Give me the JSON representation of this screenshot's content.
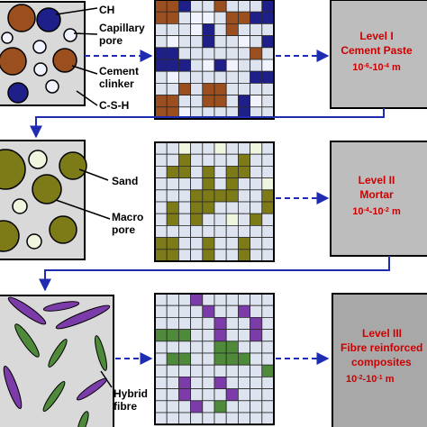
{
  "levels": [
    {
      "title": "Level I",
      "lines": [
        "Cement Paste"
      ],
      "range": {
        "base1": "10",
        "exp1": "-6",
        "sep": "-",
        "base2": "10",
        "exp2": "-4",
        "unit": "m"
      },
      "labels": [
        "CH",
        "Capillary",
        "pore",
        "Cement",
        "clinker",
        "C-S-H"
      ]
    },
    {
      "title": "Level II",
      "lines": [
        "Mortar"
      ],
      "range": {
        "base1": "10",
        "exp1": "-4",
        "sep": "-",
        "base2": "10",
        "exp2": "-2",
        "unit": "m"
      },
      "labels": [
        "Sand",
        "Macro",
        "pore"
      ]
    },
    {
      "title": "Level III",
      "lines": [
        "Fibre reinforced",
        "composites"
      ],
      "range": {
        "base1": "10",
        "exp1": "-2",
        "sep": "-",
        "base2": "10",
        "exp2": "-1",
        "unit": "m"
      },
      "labels": [
        "Hybrid",
        "fibre"
      ]
    }
  ],
  "colors": {
    "ch": "#1f1f8a",
    "clinker": "#9c4f1e",
    "csh": "#e6e6e6",
    "pore": "#f1f4ff",
    "sand": "#7d7b17",
    "macro_pore": "#eef6e0",
    "fibre_purple": "#7b3ba8",
    "fibre_green": "#4f8a3a",
    "grid_bg": "#dde4f0",
    "level_text": "#cc0000",
    "arrow": "#1f2bb0"
  }
}
